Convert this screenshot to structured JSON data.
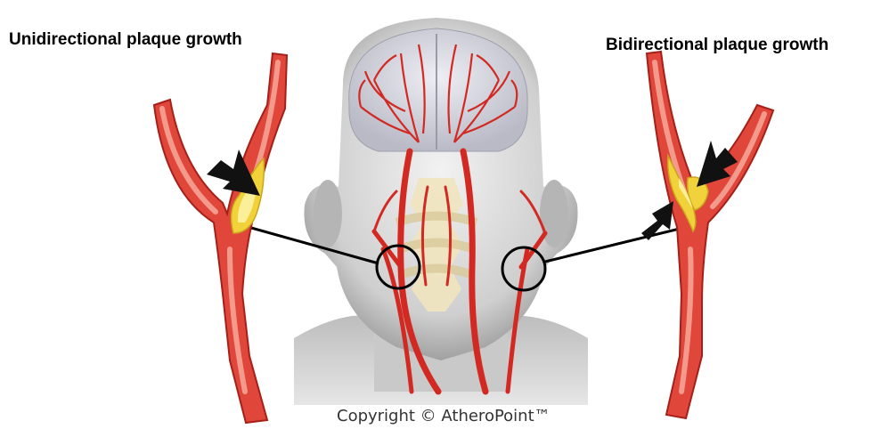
{
  "titles": {
    "left": "Unidirectional plaque growth",
    "right": "Bidirectional plaque growth"
  },
  "copyright": "Copyright © AtheroPoint™",
  "colors": {
    "artery": "#e0463a",
    "artery_dark": "#b8261e",
    "artery_light": "#f07a6a",
    "plaque": "#f2d23a",
    "plaque_light": "#fbef9a",
    "skin": "#d4d4d4",
    "brain": "#dcdce6",
    "spine": "#efe4bf",
    "arrow": "#111111"
  }
}
